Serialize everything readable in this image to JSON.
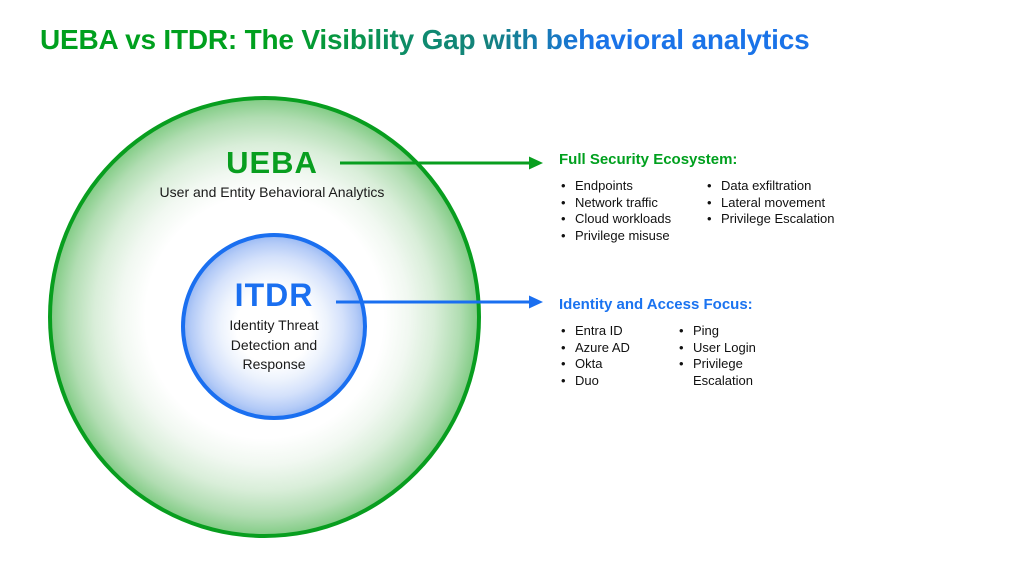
{
  "title": "UEBA vs ITDR: The Visibility Gap with behavioral analytics",
  "colors": {
    "accent_green": "#089e1f",
    "accent_blue": "#1a6ff0",
    "title_gradient_start": "#00a01e",
    "title_gradient_mid": "#14827c",
    "title_gradient_end": "#1a73e8",
    "body_text": "#111111"
  },
  "venn": {
    "outer": {
      "label": "UEBA",
      "subtitle": "User and Entity Behavioral Analytics"
    },
    "inner": {
      "label": "ITDR",
      "subtitle": "Identity Threat Detection and Response"
    }
  },
  "annotations": [
    {
      "heading": "Full Security Ecosystem:",
      "items_col1": [
        "Endpoints",
        "Network traffic",
        "Cloud workloads",
        "Privilege misuse"
      ],
      "items_col2": [
        "Data exfiltration",
        "Lateral movement",
        "Privilege Escalation"
      ]
    },
    {
      "heading": "Identity and Access Focus:",
      "items_col1": [
        "Entra ID",
        "Azure AD",
        "Okta",
        "Duo"
      ],
      "items_col2": [
        "Ping",
        "User Login",
        "Privilege Escalation"
      ]
    }
  ]
}
